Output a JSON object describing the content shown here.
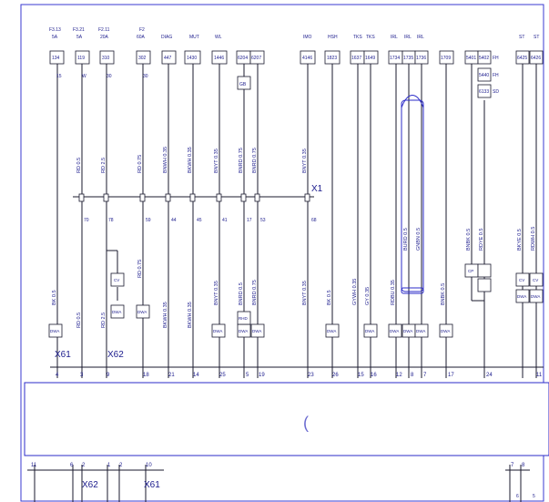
{
  "frame": {
    "color": "#3a3ad0"
  },
  "fuses": [
    {
      "id": "F3.13",
      "rating": "5A"
    },
    {
      "id": "F3.21",
      "rating": "5A"
    },
    {
      "id": "F2.11",
      "rating": "20A"
    },
    {
      "id": "F2",
      "rating": "60A"
    }
  ],
  "top_labels": [
    "DIAG",
    "MUT",
    "WL",
    "IMO",
    "HSH",
    "TKS",
    "TKS",
    "IRL",
    "IRL",
    "IRL",
    "ST",
    "ST"
  ],
  "codes": [
    "134",
    "119",
    "310",
    "302",
    "447",
    "1430",
    "1446",
    "6204",
    "6207",
    "4146",
    "1823",
    "1637",
    "1649",
    "1734",
    "1735",
    "1736",
    "1709",
    "5401",
    "5402",
    "5440",
    "6133",
    "6425",
    "6426"
  ],
  "code_suffix": [
    "15",
    "W",
    "30",
    "30",
    "FH",
    "FH",
    "SD"
  ],
  "gb_label": "GB",
  "wire_labels": [
    "BNWH 0.35",
    "BKWH 0.35",
    "BNYT 0.35",
    "BNRD 0.75",
    "BNRD 0.75",
    "BNYT 0.35",
    "RD 0.5",
    "RD 2.5",
    "RD 0.75",
    "BNBK 0.5",
    "RDYE 0.5",
    "BKYE 0.5",
    "RDWH 0.5",
    "BURD 0.5",
    "GNBN 0.5",
    "BK 0.5",
    "RD 0.5",
    "RD 2.5",
    "RD 0.75",
    "BKWH 0.35",
    "BKWH 0.35",
    "BNYT 0.35",
    "BNRD 0.5",
    "BNRD 0.75",
    "BNYT 0.35",
    "BK 0.5",
    "GYWH 0.35",
    "GY 0.35",
    "RDBU 0.35",
    "BNBK 0.5"
  ],
  "splice_nums": [
    "70",
    "78",
    "59",
    "44",
    "45",
    "41",
    "17",
    "53",
    "68"
  ],
  "connectors": {
    "x1": "X1",
    "x61": "X61",
    "x62": "X62"
  },
  "terminals": [
    "DWA",
    "DWA",
    "DWA",
    "DWA",
    "DWA",
    "DWA",
    "DWA",
    "DWA",
    "DWA",
    "DWA",
    "DWA",
    "DWA",
    "DWA",
    "DWA"
  ],
  "rhd": "RHD",
  "cv": [
    "CV",
    "CV",
    "CV"
  ],
  "cp": "CP",
  "pins_top": [
    "4",
    "3",
    "9",
    "18",
    "21",
    "14",
    "25",
    "5",
    "19",
    "23",
    "26",
    "15",
    "16",
    "12",
    "8",
    "7",
    "17",
    "24",
    "11"
  ],
  "pins_bottom": [
    "11",
    "6",
    "2",
    "1",
    "2",
    "10",
    "7",
    "8"
  ],
  "bottom_right_small": [
    "6",
    "5"
  ],
  "module_mark": "("
}
